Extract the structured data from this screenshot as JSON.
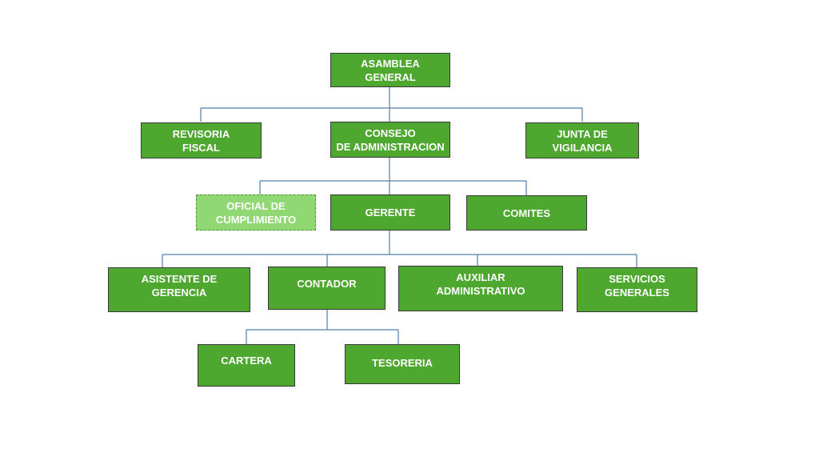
{
  "chart": {
    "colors": {
      "node_fill": "#4ea72e",
      "node_fill_light": "#8fd873",
      "connector": "#4f7fa8",
      "text": "#ffffff"
    },
    "nodes": {
      "asamblea": {
        "line1": "ASAMBLEA",
        "line2": "GENERAL"
      },
      "revisoria": {
        "line1": "REVISORIA",
        "line2": "FISCAL"
      },
      "consejo": {
        "line1": "CONSEJO",
        "line2": "DE ADMINISTRACION"
      },
      "junta": {
        "line1": "JUNTA DE",
        "line2": "VIGILANCIA"
      },
      "oficial": {
        "line1": "OFICIAL DE",
        "line2": "CUMPLIMIENTO"
      },
      "gerente": {
        "line1": "GERENTE"
      },
      "comites": {
        "line1": "COMITES"
      },
      "asistente": {
        "line1": "ASISTENTE DE",
        "line2": "GERENCIA"
      },
      "contador": {
        "line1": "CONTADOR"
      },
      "auxiliar": {
        "line1": "AUXILIAR",
        "line2": "ADMINISTRATIVO"
      },
      "servicios": {
        "line1": "SERVICIOS",
        "line2": "GENERALES"
      },
      "cartera": {
        "line1": "CARTERA"
      },
      "tesoreria": {
        "line1": "TESORERIA"
      }
    }
  }
}
